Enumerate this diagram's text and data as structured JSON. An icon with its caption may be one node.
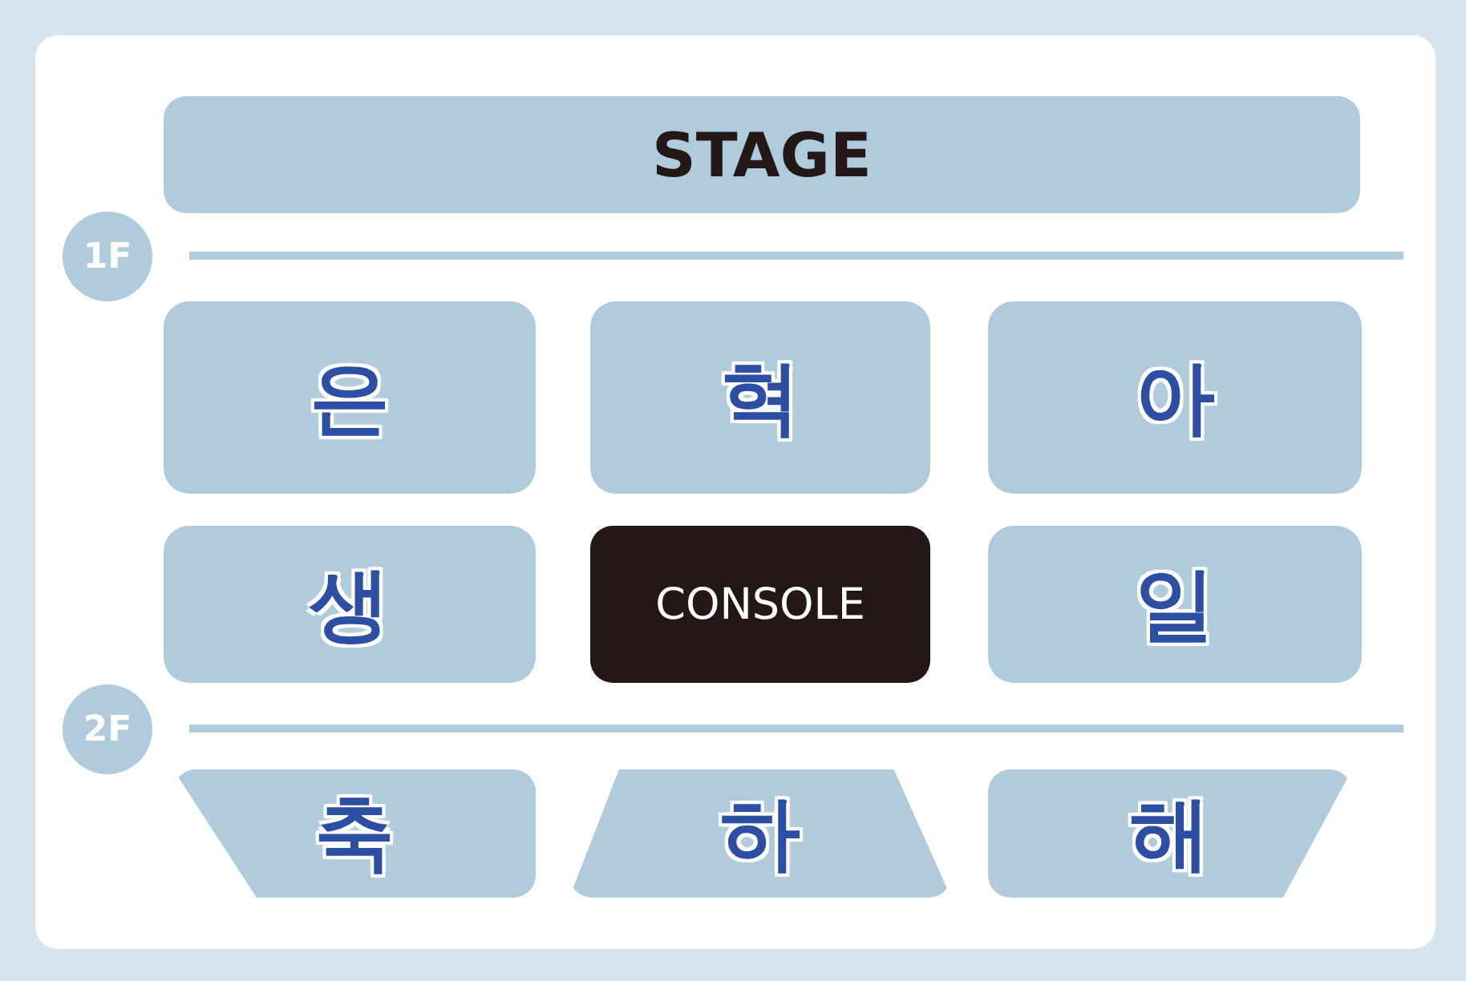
{
  "diagram": {
    "nodes": [
      {
        "text": [
          "STAGE"
        ]
      },
      {
        "text": [
          "1F"
        ]
      },
      {
        "text": [
          "은"
        ]
      },
      {
        "text": [
          "혁"
        ]
      },
      {
        "text": [
          "아"
        ]
      },
      {
        "text": [
          "생"
        ]
      },
      {
        "text": [
          "CONSOLE"
        ]
      },
      {
        "text": [
          "일"
        ]
      },
      {
        "text": [
          "2F"
        ]
      },
      {
        "text": [
          "축"
        ]
      },
      {
        "text": [
          "하"
        ]
      },
      {
        "text": [
          "해"
        ]
      }
    ]
  }
}
